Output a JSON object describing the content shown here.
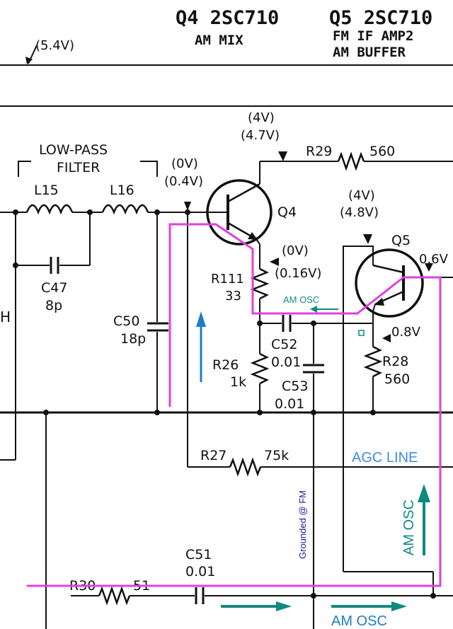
{
  "colors": {
    "ink": "#111111",
    "magenta": "#e040e0",
    "blue_arrow": "#1a7fc4",
    "teal": "#0f8a80",
    "agc_blue": "#3a8fe0",
    "navy": "#1a1aa0"
  },
  "header": {
    "q4_title": "Q4 2SC710",
    "q4_function": "AM MIX",
    "q5_title": "Q5 2SC710",
    "q5_function_1": "FM IF AMP2",
    "q5_function_2": "AM BUFFER"
  },
  "rail_voltage": "(5.4V)",
  "components": {
    "low_pass_1": "LOW-PASS",
    "low_pass_2": "FILTER",
    "l15": "L15",
    "l16": "L16",
    "c47": "C47",
    "c47_val": "8p",
    "c50": "C50",
    "c50_val": "18p",
    "r29": "R29",
    "r29_val": "560",
    "q4": "Q4",
    "q5": "Q5",
    "r111": "R111",
    "r111_val": "33",
    "r26": "R26",
    "r26_val": "1k",
    "c52": "C52",
    "c52_val": "0.01",
    "c53": "C53",
    "c53_val": "0.01",
    "r28": "R28",
    "r28_val": "560",
    "r27": "R27",
    "r27_val": "75k",
    "r30": "R30",
    "r30_val": "51",
    "c51": "C51",
    "c51_val": "0.01",
    "left_h": "H"
  },
  "voltages": {
    "q4c_fm": "(4V)",
    "q4c_am": "(4.7V)",
    "q4b_fm": "(0V)",
    "q4b_am": "(0.4V)",
    "q4e_fm": "(0V)",
    "q4e_am": "(0.16V)",
    "q5c_fm": "(4V)",
    "q5c_am": "(4.8V)",
    "q5b": "0.6V",
    "q5e": "0.8V"
  },
  "annotations": {
    "am_osc_small": "AM OSC",
    "agc_line": "AGC LINE",
    "am_osc_vertical": "AM OSC",
    "grounded_fm": "Grounded @ FM",
    "am_osc_bottom": "AM OSC"
  }
}
